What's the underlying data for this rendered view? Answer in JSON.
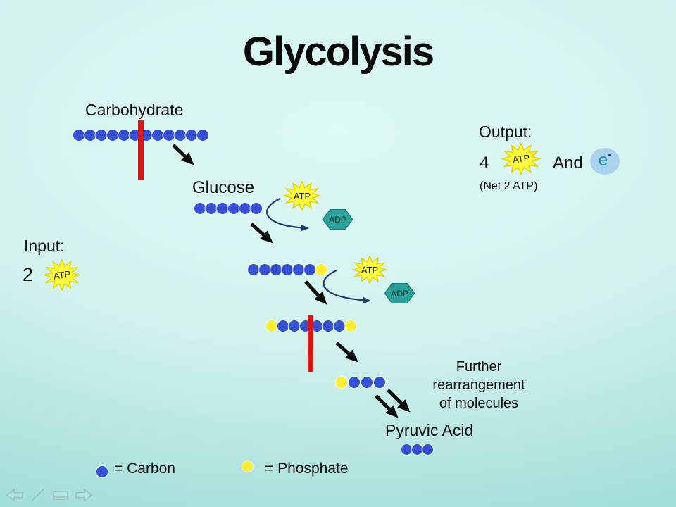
{
  "title": "Glycolysis",
  "slide": {
    "labels": {
      "carbohydrate": "Carbohydrate",
      "glucose": "Glucose",
      "atp": "ATP",
      "adp": "ADP",
      "further_1": "Further",
      "further_2": "rearrangement",
      "further_3": "of molecules",
      "pyruvic": "Pyruvic Acid"
    },
    "input": {
      "heading": "Input:",
      "count": "2"
    },
    "output": {
      "heading": "Output:",
      "count": "4",
      "and": "And",
      "electron": "e",
      "electron_sign": "-",
      "net": "(Net 2 ATP)"
    },
    "legend": {
      "carbon": "= Carbon",
      "phosphate": "= Phosphate"
    }
  },
  "molecule_chains": {
    "carbohydrate": [
      "carbon",
      "carbon",
      "carbon",
      "carbon",
      "carbon",
      "carbon",
      "carbon",
      "carbon",
      "carbon",
      "carbon",
      "carbon",
      "carbon"
    ],
    "glucose": [
      "carbon",
      "carbon",
      "carbon",
      "carbon",
      "carbon",
      "carbon"
    ],
    "glucose_phosphate": [
      "carbon",
      "carbon",
      "carbon",
      "carbon",
      "carbon",
      "carbon",
      "phosphate"
    ],
    "fructose_bisphosphate": [
      "phosphate",
      "carbon",
      "carbon",
      "carbon",
      "carbon",
      "carbon",
      "carbon",
      "phosphate"
    ],
    "triose_phosphate": [
      "phosphate",
      "carbon",
      "carbon",
      "carbon"
    ],
    "pyruvic_acid": [
      "carbon",
      "carbon",
      "carbon"
    ]
  },
  "colors": {
    "carbon": "#3450d7",
    "phosphate": "#fdee30",
    "bond_break_bar": "#dc1414",
    "atp_fill": "#ffff3c",
    "atp_stroke": "#e6cf00",
    "adp_fill": "#29a39b",
    "adp_stroke": "#117f7a",
    "electron_fill": "#a9d2ef",
    "background_top": "#ddf8f5",
    "background_bottom": "#a3ded9",
    "arrow": "#0a0a0a",
    "curve_arrow": "#1d3e75",
    "nav_icon": "#94bdb9"
  },
  "nav": {
    "icons": [
      "back-arrow",
      "pen",
      "slide-menu",
      "forward-arrow"
    ]
  }
}
